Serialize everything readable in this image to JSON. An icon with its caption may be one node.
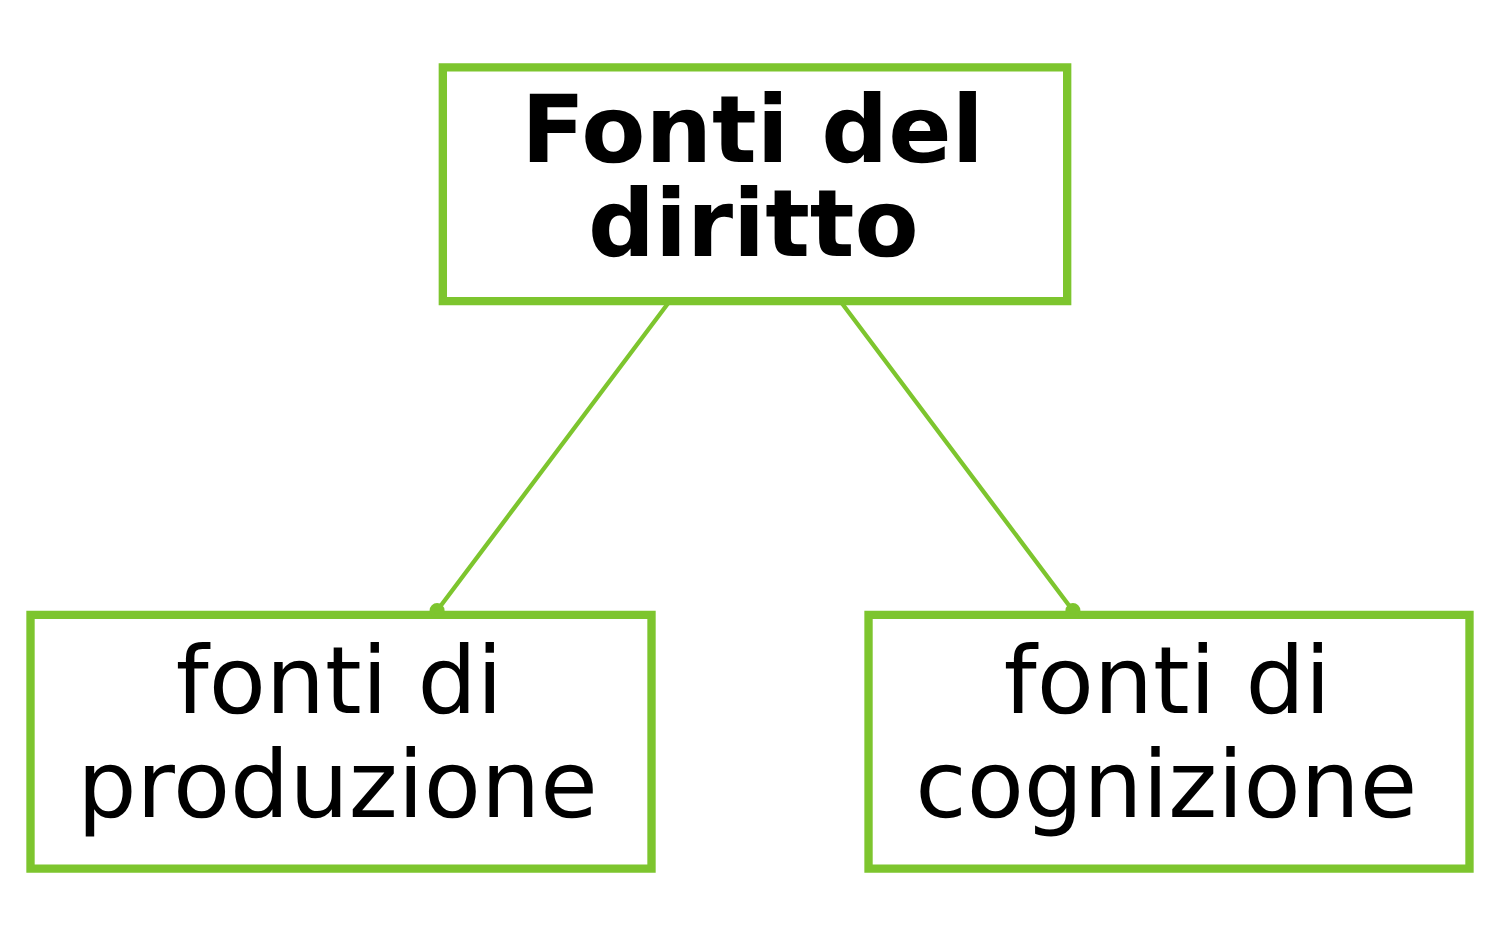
{
  "diagram": {
    "nodes": [
      {
        "text": [
          "Fonti del diritto"
        ]
      },
      {
        "text": [
          "fonti di produzione"
        ]
      },
      {
        "text": [
          "fonti di cognizione"
        ]
      }
    ],
    "edges": [
      {
        "from": 0,
        "to": 1,
        "arrow": "other"
      },
      {
        "from": 0,
        "to": 2,
        "arrow": "other"
      }
    ]
  }
}
